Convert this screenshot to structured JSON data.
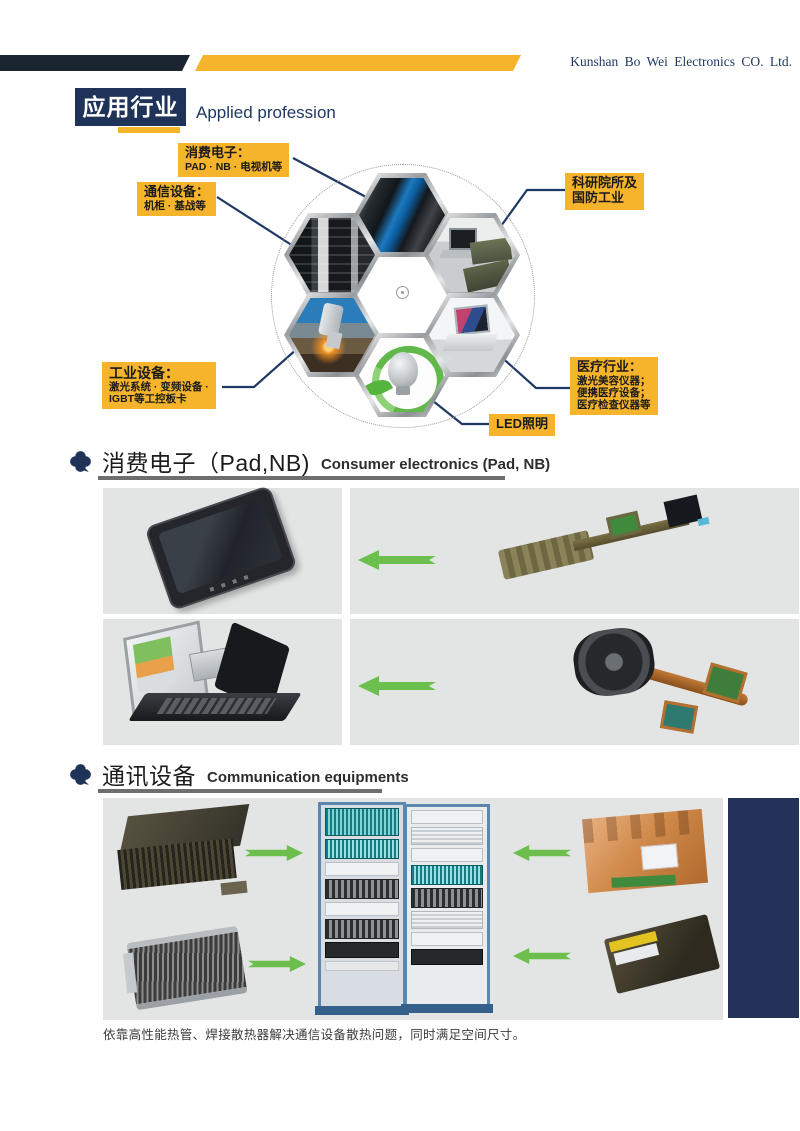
{
  "header": {
    "company": "Kunshan Bo Wei Electronics CO. Ltd."
  },
  "page_title": {
    "zh": "应用行业",
    "en": "Applied profession"
  },
  "diagram": {
    "labels": {
      "consumer": {
        "title": "消费电子：",
        "sub": "PAD · NB · 电视机等"
      },
      "telecom": {
        "title": "通信设备：",
        "sub": "机柜 · 基战等"
      },
      "research": {
        "line1": "科研院所及",
        "line2": "国防工业"
      },
      "industrial": {
        "title": "工业设备：",
        "sub1": "激光系统 · 变频设备 ·",
        "sub2": "IGBT等工控板卡"
      },
      "medical": {
        "title": "医疗行业：",
        "sub1": "激光美容仪器；",
        "sub2": "便携医疗设备；",
        "sub3": "医疗检查仪器等"
      },
      "led": {
        "title": "LED照明"
      }
    },
    "hexagons": [
      "consumer-electronics-panels",
      "communication-racks",
      "defense-equipment",
      "industrial-laser",
      "led-bulb",
      "medical-ultrasound"
    ]
  },
  "sections": {
    "consumer": {
      "zh": "消费电子（Pad,NB)",
      "en": "Consumer electronics (Pad, NB)"
    },
    "telecom": {
      "zh": "通讯设备",
      "en": "Communication equipments"
    }
  },
  "caption": "依靠高性能热管、焊接散热器解决通信设备散热问题，同时满足空间尺寸。",
  "colors": {
    "navy": "#1F3864",
    "header_dark": "#1B2531",
    "yellow": "#F6B42D",
    "green": "#6CBE4D",
    "panel_gray": "#E3E4E4"
  }
}
